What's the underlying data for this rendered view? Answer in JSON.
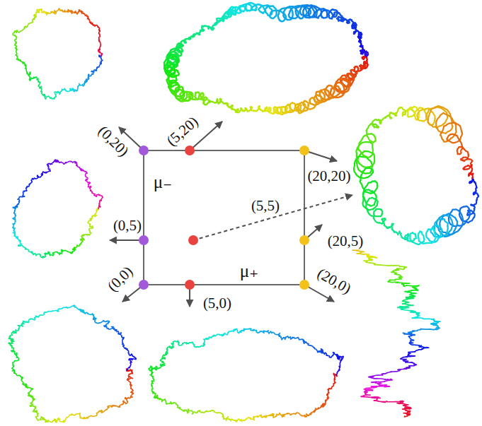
{
  "diagram": {
    "labels": [
      "(0,20)",
      "(5,20)",
      "(20,20)",
      "μ₋",
      "(5,5)",
      "(0,5)",
      "(20,5)",
      "μ₊",
      "(0,0)",
      "(5,0)",
      "(20,0)"
    ]
  }
}
